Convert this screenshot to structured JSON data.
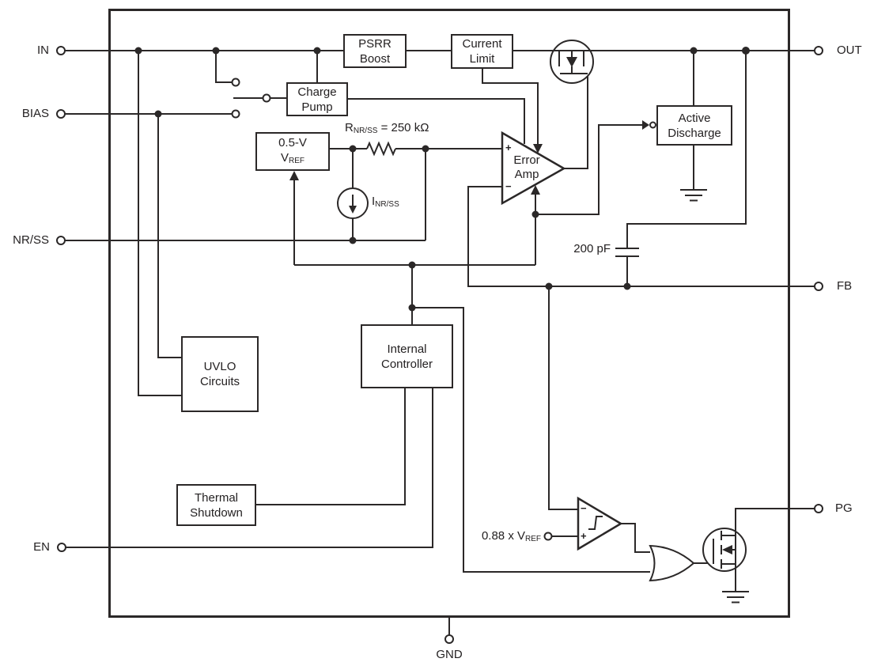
{
  "title": "LDO functional block diagram",
  "colors": {
    "stroke": "#2b2828",
    "text": "#242122",
    "background": "#ffffff"
  },
  "pins": {
    "in": "IN",
    "bias": "BIAS",
    "nrss": "NR/SS",
    "en": "EN",
    "out": "OUT",
    "fb": "FB",
    "pg": "PG",
    "gnd": "GND"
  },
  "blocks": {
    "psrr_boost": {
      "line1": "PSRR",
      "line2": "Boost"
    },
    "current_limit": {
      "line1": "Current",
      "line2": "Limit"
    },
    "charge_pump": {
      "line1": "Charge",
      "line2": "Pump"
    },
    "vref": {
      "line1": "0.5-V",
      "line2_base": "V",
      "line2_sub": "REF"
    },
    "active_discharge": {
      "line1": "Active",
      "line2": "Discharge"
    },
    "uvlo": {
      "line1": "UVLO",
      "line2": "Circuits"
    },
    "internal_controller": {
      "line1": "Internal",
      "line2": "Controller"
    },
    "thermal_shutdown": {
      "line1": "Thermal",
      "line2": "Shutdown"
    }
  },
  "labels": {
    "error_amp": {
      "line1": "Error",
      "line2": "Amp"
    },
    "rnrss": {
      "base": "R",
      "sub": "NR/SS",
      "value": " = 250 kΩ"
    },
    "inrss": {
      "base": "I",
      "sub": "NR/SS"
    },
    "cap": "200 pF",
    "pg_threshold": {
      "base": "0.88 x V",
      "sub": "REF"
    },
    "plus": "+",
    "minus": "−"
  }
}
